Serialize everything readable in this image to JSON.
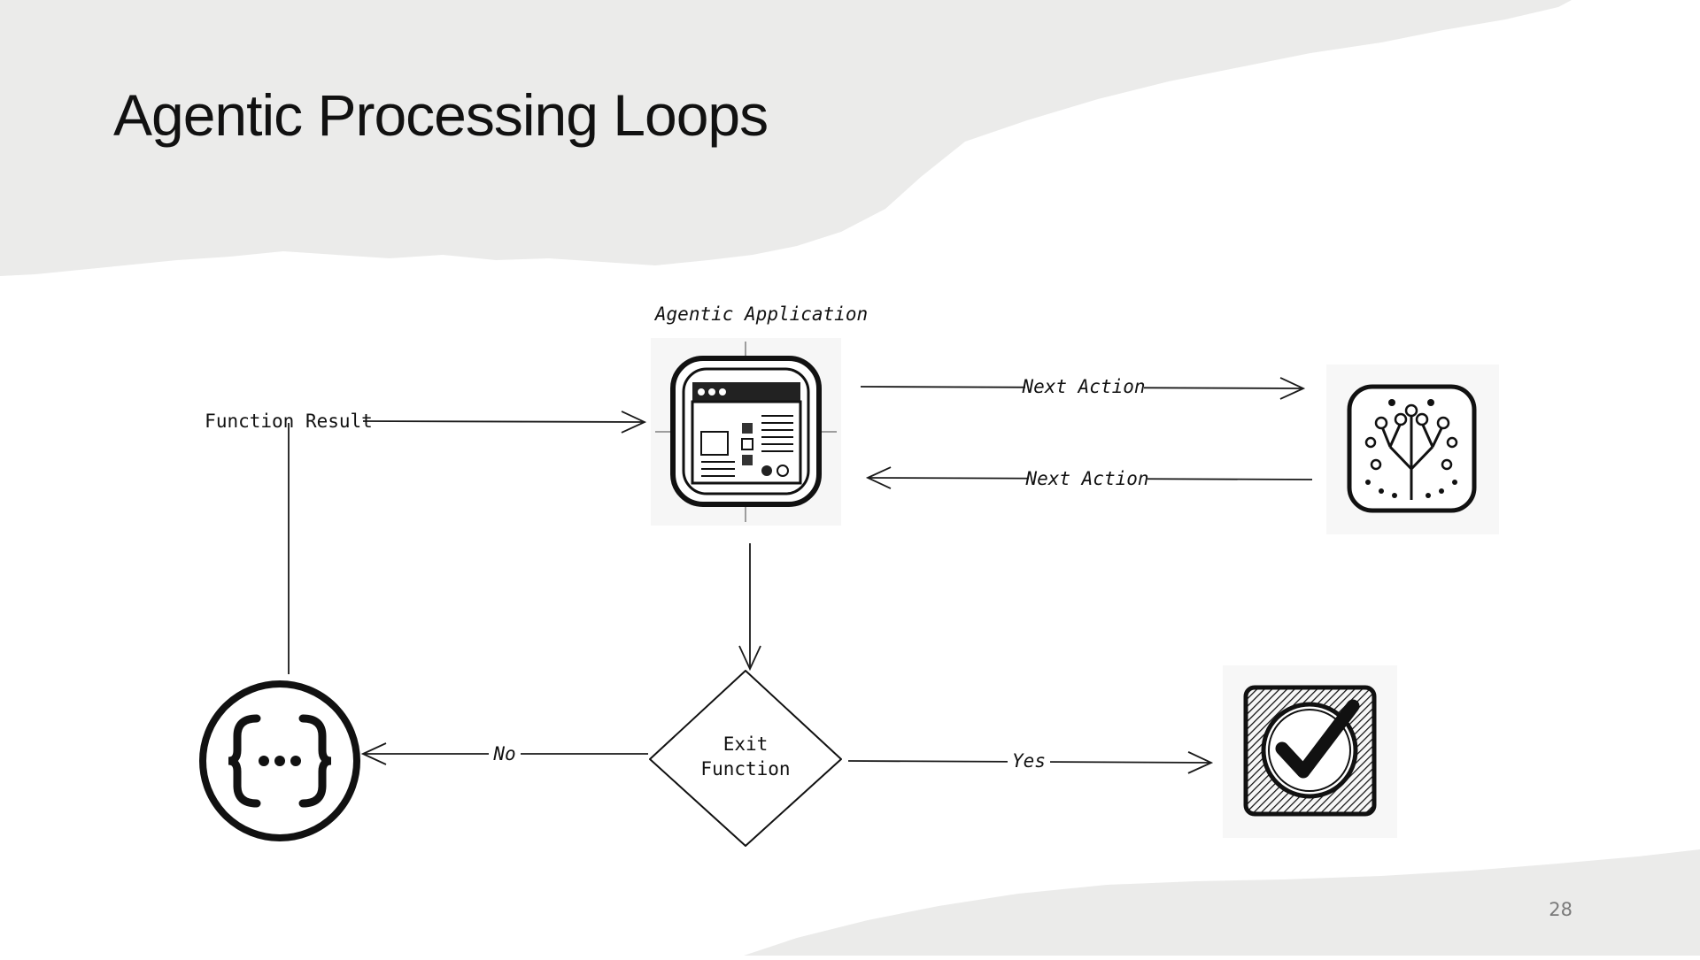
{
  "slide": {
    "title": "Agentic Processing Loops",
    "page_number": "28"
  },
  "diagram": {
    "nodes": {
      "agentic_app": {
        "label": "Agentic Application",
        "icon": "app-window-icon"
      },
      "llm": {
        "label": "",
        "icon": "circuit-tree-icon"
      },
      "exit_function": {
        "line1": "Exit",
        "line2": "Function"
      },
      "function": {
        "icon": "curly-braces-icon"
      },
      "done": {
        "icon": "checkmark-icon"
      }
    },
    "edges": {
      "next_action_out": "Next Action",
      "next_action_in": "Next Action",
      "function_result": "Function Result",
      "no": "No",
      "yes": "Yes"
    }
  },
  "colors": {
    "background": "#ffffff",
    "torn_paper": "#ebebea",
    "ink": "#111111"
  }
}
